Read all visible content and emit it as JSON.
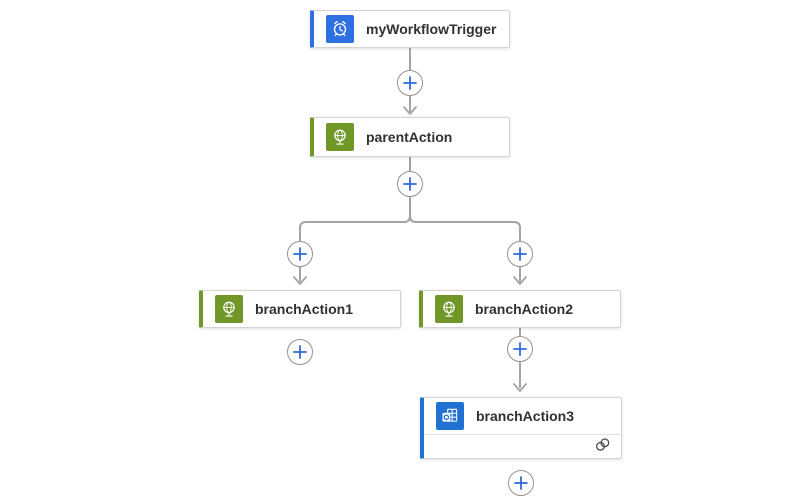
{
  "designer": {
    "background_color": "#ffffff",
    "connector_color": "#a6a4a2",
    "plus_button": {
      "name": "Insert a new step",
      "plus_color": "#2b6bd8",
      "ring_color": "#95938f"
    },
    "nodes": {
      "trigger": {
        "label": "myWorkflowTrigger",
        "icon": "recurrence-clock-icon",
        "accent": "#2f70e0",
        "kind": "trigger"
      },
      "parent": {
        "label": "parentAction",
        "icon": "http-globe-icon",
        "accent": "#709727",
        "kind": "action"
      },
      "branch1": {
        "label": "branchAction1",
        "icon": "http-globe-icon",
        "accent": "#709727",
        "kind": "action"
      },
      "branch2": {
        "label": "branchAction2",
        "icon": "http-globe-icon",
        "accent": "#709727",
        "kind": "action"
      },
      "branch3": {
        "label": "branchAction3",
        "icon": "outlook-icon",
        "accent": "#2071d2",
        "kind": "action",
        "footer_icon": "connections-icon"
      }
    }
  }
}
